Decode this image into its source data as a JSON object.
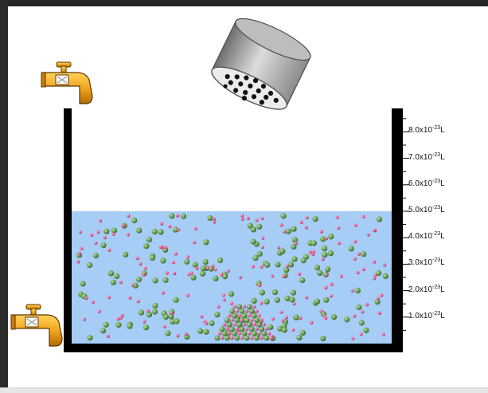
{
  "window": {
    "top_bar_color": "#252525",
    "side_bar_color": "#2a2a2a",
    "bottom_strip_color": "#e6e6e6"
  },
  "tank": {
    "wall_color": "#000000",
    "water_color": "#a6cdf5",
    "water_level_liters": "5.0x10^-23",
    "ticks": [
      {
        "mantissa": "8.0x10",
        "exponent": "-23",
        "unit": "L",
        "value": 8
      },
      {
        "mantissa": "7.0x10",
        "exponent": "-23",
        "unit": "L",
        "value": 7
      },
      {
        "mantissa": "6.0x10",
        "exponent": "-23",
        "unit": "L",
        "value": 6
      },
      {
        "mantissa": "5.0x10",
        "exponent": "-23",
        "unit": "L",
        "value": 5
      },
      {
        "mantissa": "4.0x10",
        "exponent": "-23",
        "unit": "L",
        "value": 4
      },
      {
        "mantissa": "3.0x10",
        "exponent": "-23",
        "unit": "L",
        "value": 3
      },
      {
        "mantissa": "2.0x10",
        "exponent": "-23",
        "unit": "L",
        "value": 2
      },
      {
        "mantissa": "1.0x10",
        "exponent": "-23",
        "unit": "L",
        "value": 1
      }
    ]
  },
  "faucets": {
    "input": {
      "name": "water input faucet",
      "color": "#f2a51e"
    },
    "drain": {
      "name": "drain faucet",
      "color": "#f2a51e"
    }
  },
  "shaker": {
    "name": "salt shaker",
    "body_color": "#a9a9a9",
    "lid_color": "#ececec",
    "hole_color": "#111111"
  },
  "particles": {
    "cation_color": "#e0508f",
    "anion_color": "#6a9f56",
    "dissolved_sodium_count": 150,
    "dissolved_chloride_count": 150,
    "undissolved_crystal": true
  }
}
